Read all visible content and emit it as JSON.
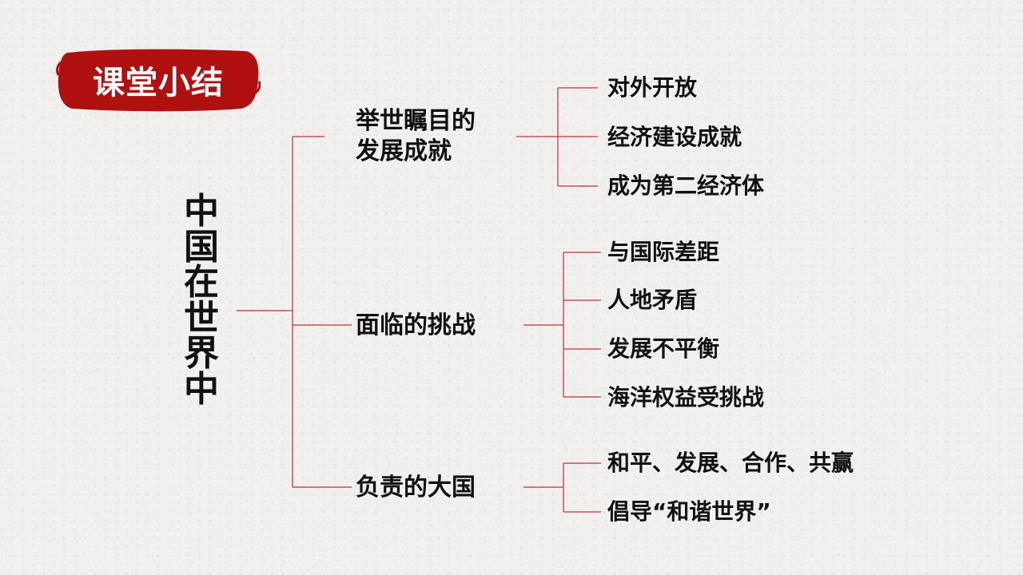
{
  "badge": {
    "title": "课堂小结"
  },
  "root": {
    "label": "中国在世界中"
  },
  "branches": [
    {
      "label_lines": [
        "举世瞩目的",
        "发展成就"
      ],
      "children": [
        "对外开放",
        "经济建设成就",
        "成为第二经济体"
      ]
    },
    {
      "label_lines": [
        "面临的挑战"
      ],
      "children": [
        "与国际差距",
        "人地矛盾",
        "发展不平衡",
        "海洋权益受挑战"
      ]
    },
    {
      "label_lines": [
        "负责的大国"
      ],
      "children": [
        "和平、发展、合作、共赢",
        "倡导“和谐世界”"
      ]
    }
  ],
  "colors": {
    "accent": "#b01010",
    "line": "#c43030",
    "text": "#111111"
  }
}
